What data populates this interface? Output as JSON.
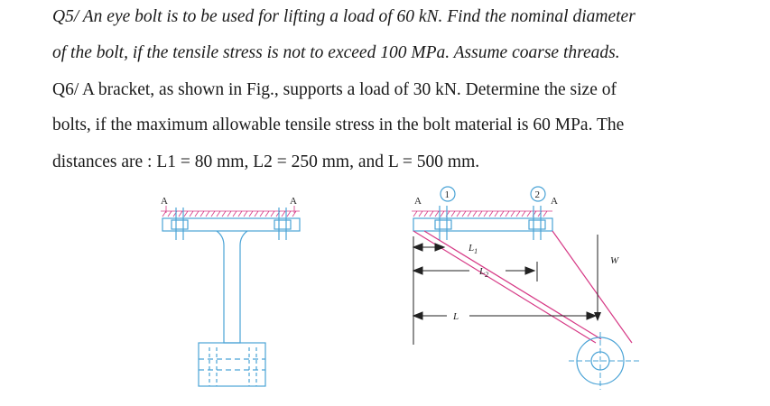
{
  "questions": {
    "q5_line1": "Q5/ An eye bolt is to be used for lifting a load of 60 kN. Find the nominal diameter",
    "q5_line2": "of the bolt, if the tensile stress is not to exceed 100 MPa. Assume coarse threads.",
    "q6_line1": "Q6/ A bracket, as shown in Fig., supports a load of 30 kN. Determine the size of",
    "q6_line2": "bolts, if the maximum allowable tensile stress in the bolt material is 60 MPa. The",
    "q6_line3": "distances are : L1 = 80 mm, L2 = 250 mm, and L = 500 mm."
  },
  "figure": {
    "left_view": {
      "section_label_left": "A",
      "section_label_right": "A"
    },
    "right_view": {
      "section_label_left": "A",
      "section_label_right": "A",
      "bolt_1_label": "1",
      "bolt_2_label": "2",
      "dim_l1": "L",
      "dim_l1_sub": "1",
      "dim_l2": "L",
      "dim_l2_sub": "2",
      "dim_l": "L",
      "load_label": "W"
    },
    "colors": {
      "outline": "#4aa3d6",
      "load_line": "#d63a86",
      "dimension": "#222222"
    }
  }
}
